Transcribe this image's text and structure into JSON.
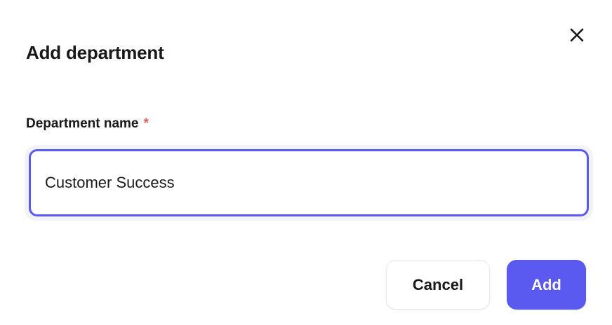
{
  "dialog": {
    "title": "Add department",
    "close_icon": "close-icon",
    "close_label": "Close"
  },
  "field": {
    "label": "Department name",
    "required_marker": "*",
    "value": "Customer Success",
    "placeholder": "Department name",
    "focused": true,
    "caret_after_text": true
  },
  "footer": {
    "cancel_label": "Cancel",
    "add_label": "Add"
  },
  "colors": {
    "accent": "#5a5af0",
    "focus_ring": "#f3f2f8",
    "required_asterisk": "#de5d52",
    "text_primary": "#18181b",
    "background": "#ffffff",
    "cancel_border": "#e7e7ec"
  }
}
